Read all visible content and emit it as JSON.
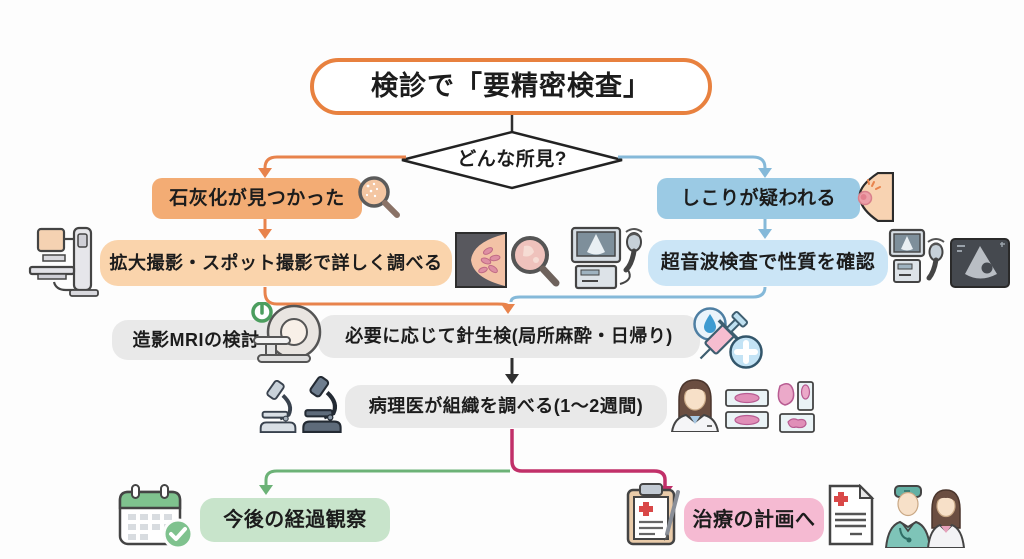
{
  "title": "検診で「要精密検査」",
  "decision": "どんな所見?",
  "branches": {
    "calcification": {
      "label": "石灰化が見つかった"
    },
    "lump": {
      "label": "しこりが疑われる"
    }
  },
  "steps": {
    "spot_imaging": {
      "label": "拡大撮影・スポット撮影で詳しく調べる"
    },
    "ultrasound": {
      "label": "超音波検査で性質を確認"
    },
    "mri": {
      "label": "造影MRIの検討"
    },
    "biopsy": {
      "label": "必要に応じて針生検(局所麻酔・日帰り)"
    },
    "pathology": {
      "label": "病理医が組織を調べる(1〜2週間)"
    }
  },
  "outcomes": {
    "followup": {
      "label": "今後の経過観察"
    },
    "treatment": {
      "label": "治療の計画へ"
    }
  },
  "colors": {
    "start_border": "#E8813F",
    "calcification_fill": "#F3AC74",
    "lump_fill": "#9BCAE4",
    "spot_fill": "#FAD4AC",
    "ultrasound_fill": "#CBE5F6",
    "gray_fill": "#E9E9E9",
    "followup_fill": "#C8E4CB",
    "treatment_fill": "#F5BAD2",
    "arrow_orange": "#E8834C",
    "arrow_blue": "#85B9D9",
    "arrow_black": "#2F2F2F",
    "arrow_green": "#6CB277",
    "arrow_crimson": "#C13069"
  },
  "icons": [
    "magnifier-calcification-icon",
    "breast-lump-icon",
    "mammography-machine-icon",
    "mammogram-image-icon",
    "magnifier-pink-icon",
    "ultrasound-machine-icon",
    "ultrasound-probe-icon",
    "ultrasound-screen-icon",
    "mri-machine-icon",
    "anesthesia-drop-icon",
    "syringe-icon",
    "plus-circle-icon",
    "microscope-icon",
    "pathologist-icon",
    "tissue-slides-icon",
    "calendar-check-icon",
    "clipboard-icon",
    "treatment-document-icon",
    "doctors-icon"
  ]
}
